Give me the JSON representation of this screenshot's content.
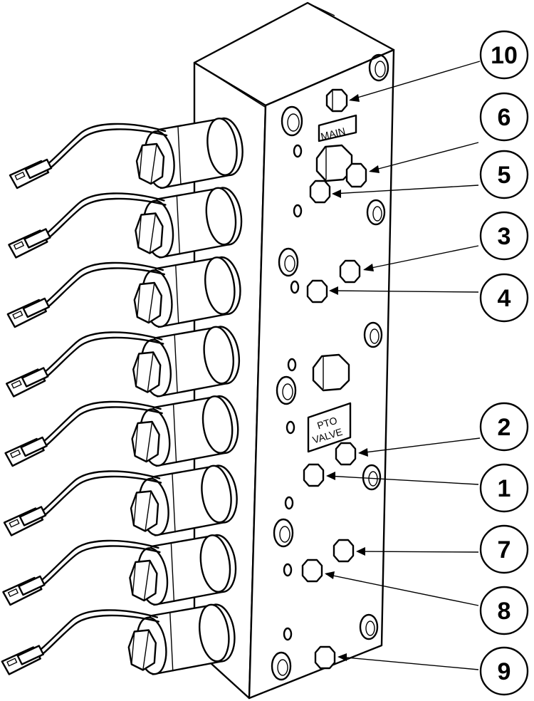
{
  "labels": {
    "main": "MAIN",
    "pto_line1": "PTO",
    "pto_line2": "VALVE"
  },
  "callouts": [
    {
      "id": "10",
      "label": "10"
    },
    {
      "id": "6",
      "label": "6"
    },
    {
      "id": "5",
      "label": "5"
    },
    {
      "id": "3",
      "label": "3"
    },
    {
      "id": "4",
      "label": "4"
    },
    {
      "id": "2",
      "label": "2"
    },
    {
      "id": "1",
      "label": "1"
    },
    {
      "id": "7",
      "label": "7"
    },
    {
      "id": "8",
      "label": "8"
    },
    {
      "id": "9",
      "label": "9"
    }
  ],
  "solenoid_count": 8,
  "colors": {
    "ink": "#000000",
    "paper": "#ffffff"
  }
}
